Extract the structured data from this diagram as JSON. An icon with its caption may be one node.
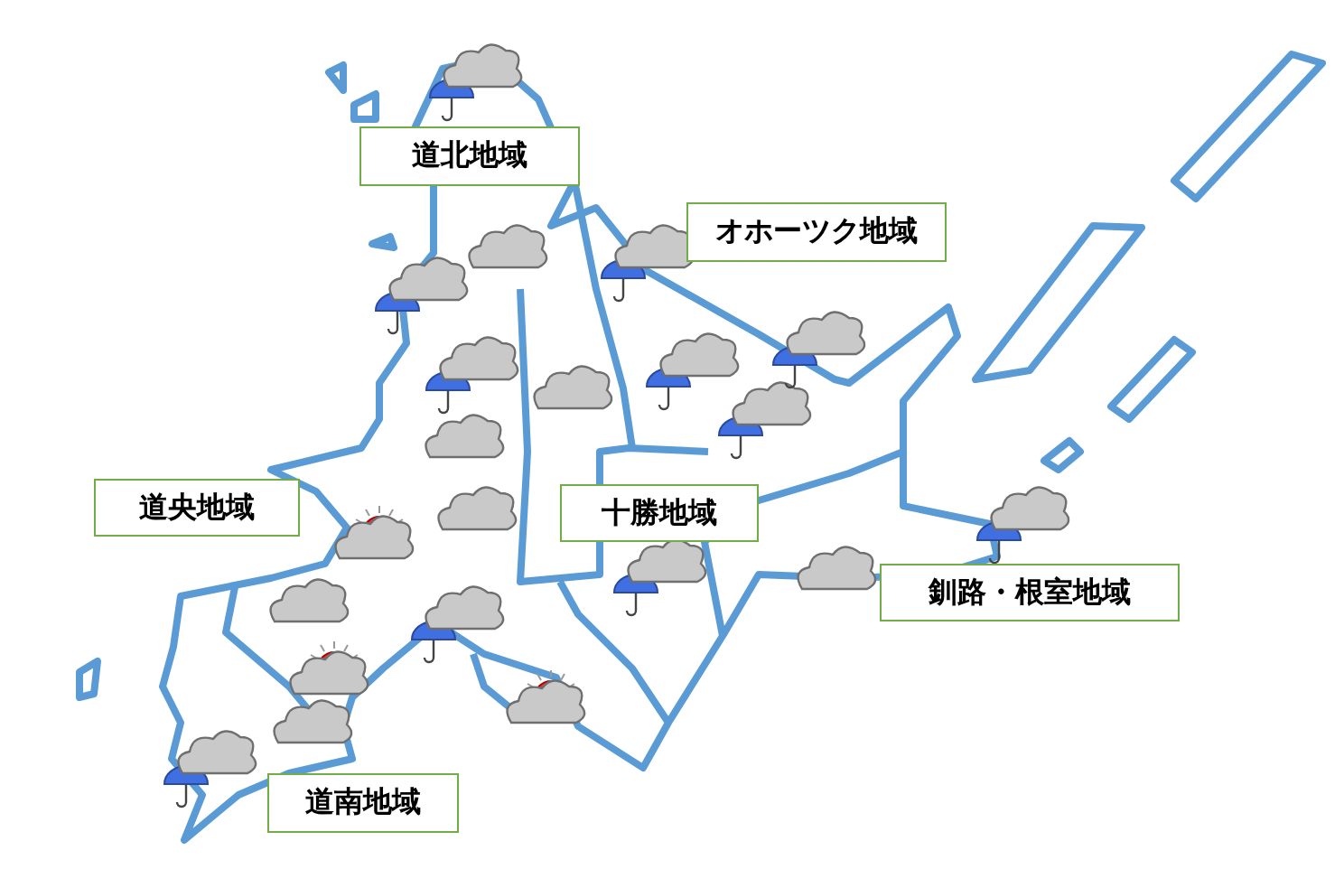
{
  "diagram": {
    "nodes": [
      {
        "text": [
          "道北地域"
        ]
      },
      {
        "text": [
          "オホーツク地域"
        ]
      },
      {
        "text": [
          "道央地域"
        ]
      },
      {
        "text": [
          "十勝地域"
        ]
      },
      {
        "text": [
          "釧路・根室地域"
        ]
      },
      {
        "text": [
          "道南地域"
        ]
      }
    ],
    "edges": []
  }
}
